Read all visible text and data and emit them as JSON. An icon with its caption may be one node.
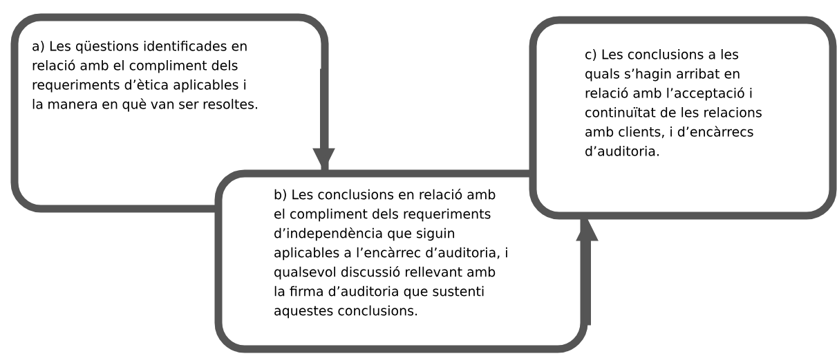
{
  "diagram": {
    "nodes": [
      {
        "text": [
          "a) Les qüestions identificades en relació amb el compliment dels requeriments d’ètica aplicables i la manera en què van ser resoltes."
        ]
      },
      {
        "text": [
          "b) Les conclusions en relació amb el compliment dels requeriments d’independència que siguin aplicables a l’encàrrec d’auditoria, i qualsevol discussió rellevant amb la firma d’auditoria que sustenti aquestes conclusions."
        ]
      },
      {
        "text": [
          "c) Les conclusions a les quals s’hagin arribat en relació amb l’acceptació i continuïtat de les relacions amb clients, i d’encàrrecs d’auditoria."
        ]
      }
    ],
    "edges": [
      {
        "from": 0,
        "to": 1,
        "arrow": "to"
      },
      {
        "from": 1,
        "to": 2,
        "arrow": "to"
      }
    ]
  }
}
